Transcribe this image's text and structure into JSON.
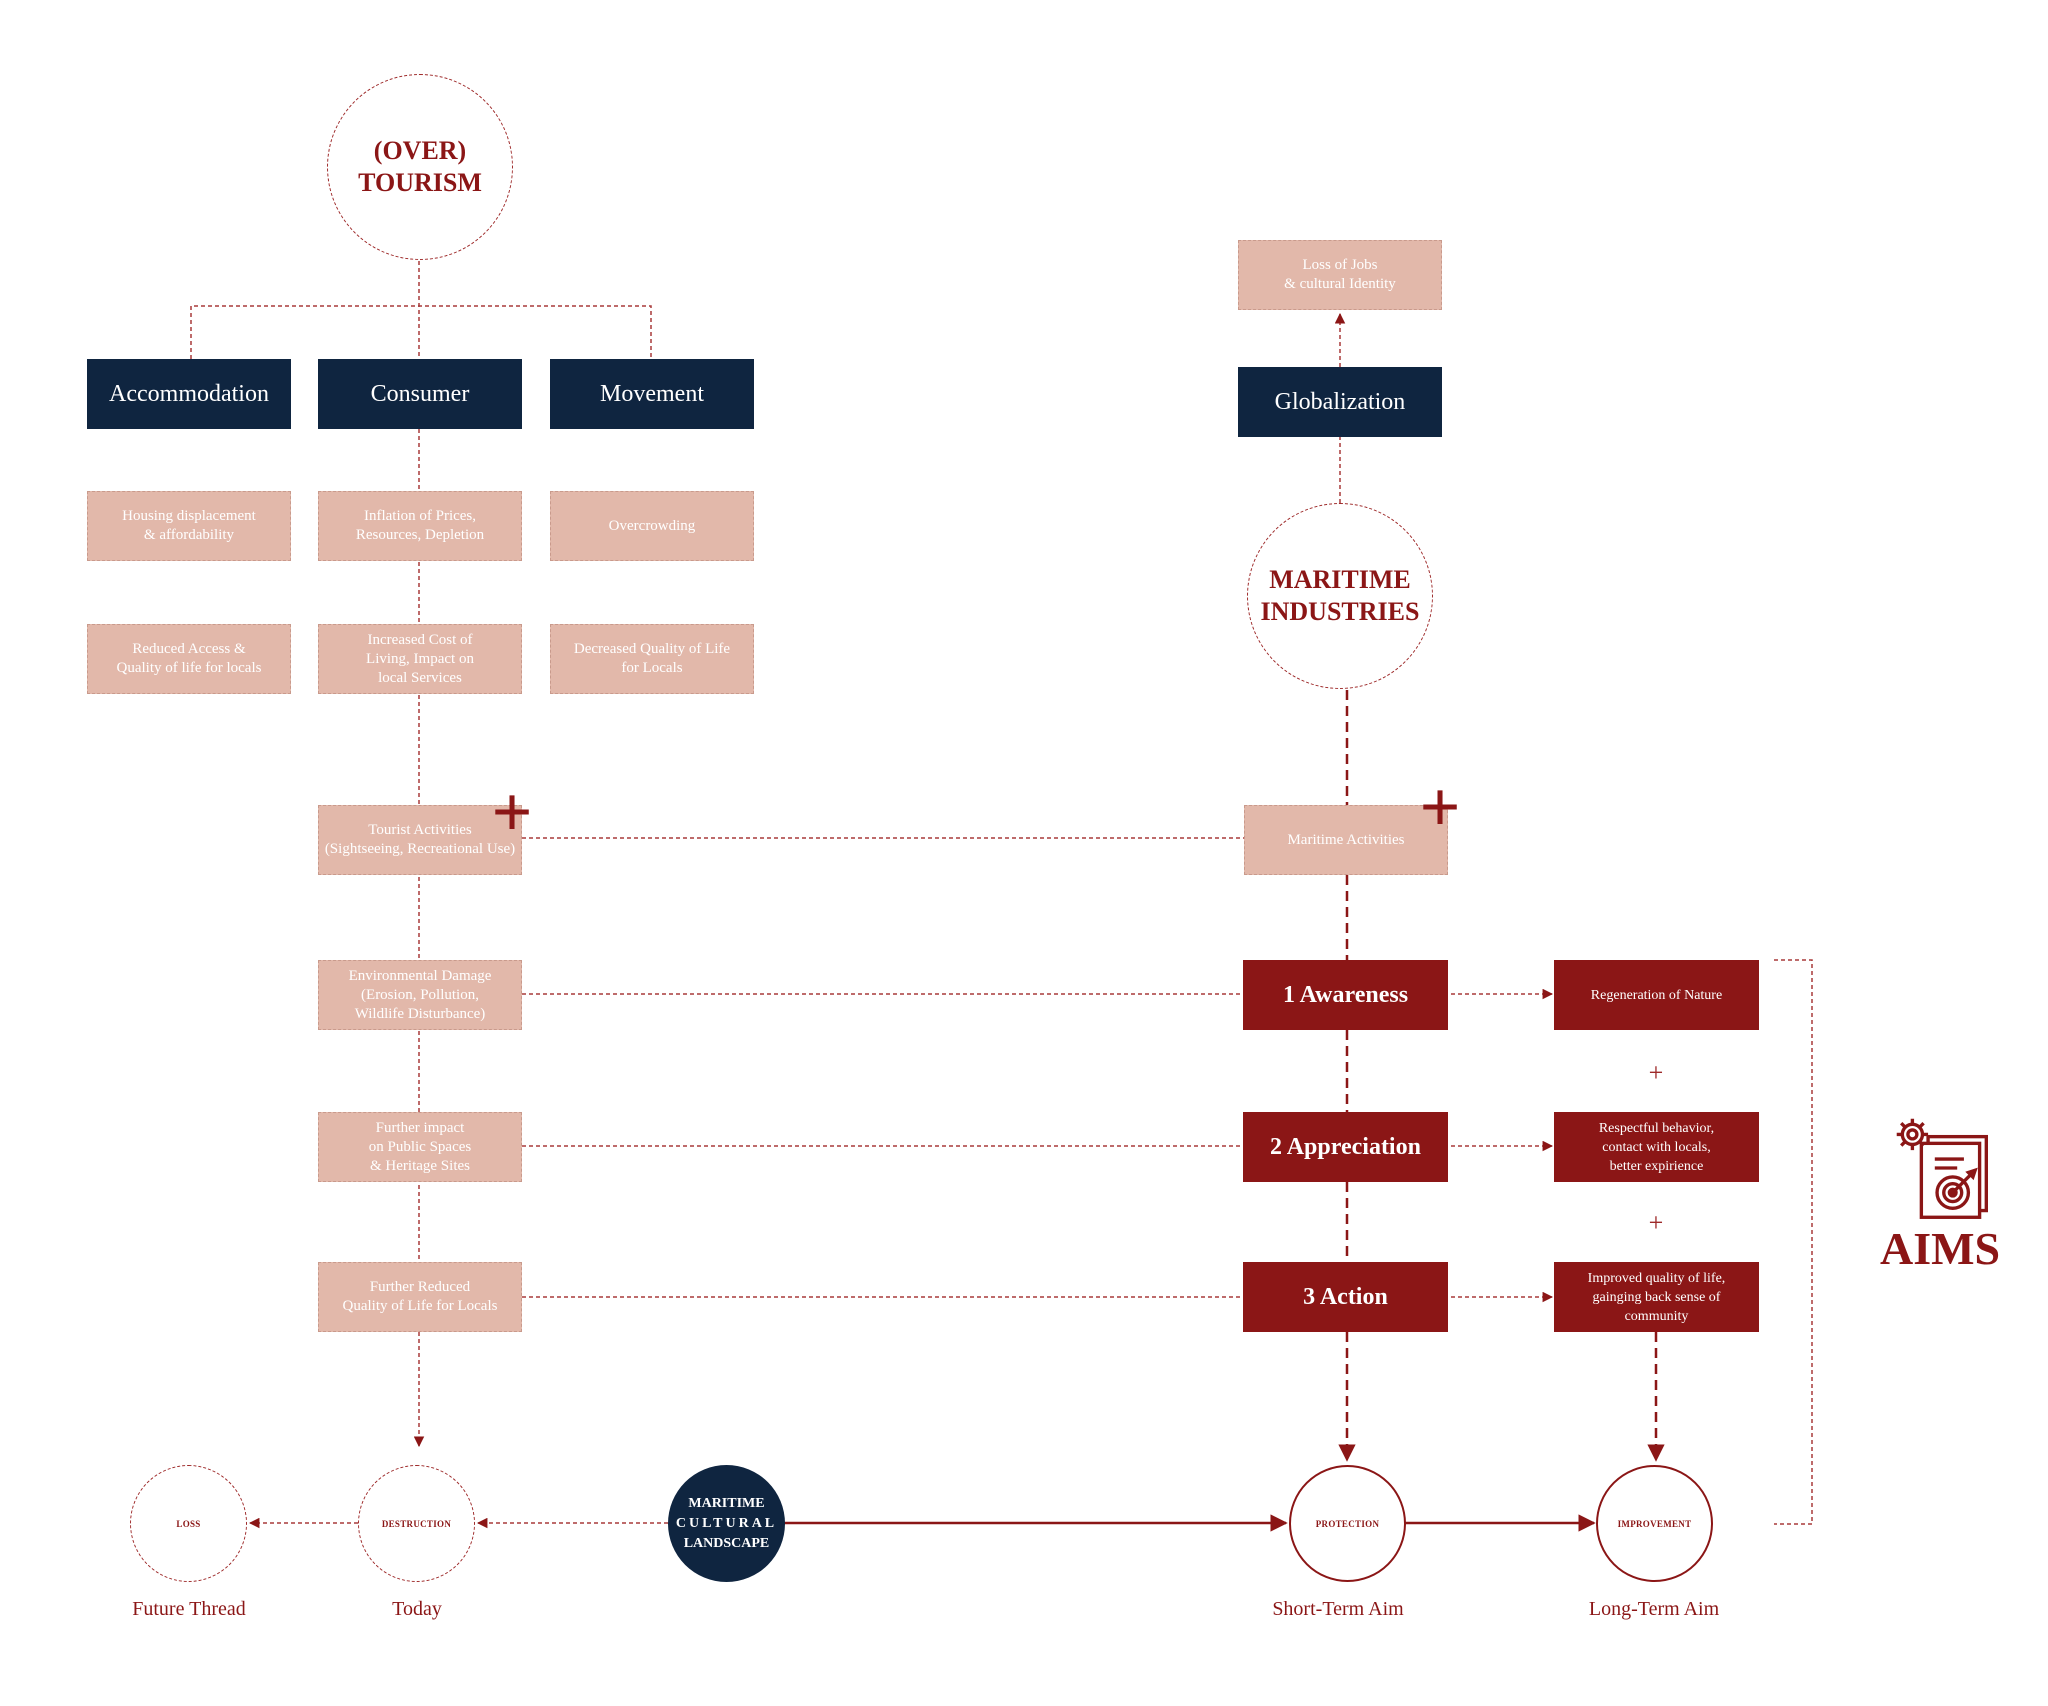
{
  "overtourism": {
    "line1": "(OVER)",
    "line2": "TOURISM"
  },
  "categories": {
    "accommodation": "Accommodation",
    "consumer": "Consumer",
    "movement": "Movement"
  },
  "impacts": {
    "housing": "Housing displacement\n& affordability",
    "inflation": "Inflation of Prices,\nResources, Depletion",
    "overcrowding": "Overcrowding",
    "reduced_access": "Reduced Access &\nQuality of life for locals",
    "cost_of_living": "Increased Cost of\nLiving, Impact on\nlocal Services",
    "decreased_quality": "Decreased Quality of Life\nfor Locals",
    "tourist_activities": "Tourist Activities\n(Sightseeing, Recreational Use)",
    "environmental_damage": "Environmental Damage\n(Erosion, Pollution,\nWildlife Disturbance)",
    "public_spaces": "Further impact\non Public Spaces\n& Heritage Sites",
    "reduced_quality": "Further Reduced\nQuality of Life for Locals"
  },
  "maritime": {
    "loss_jobs": "Loss of Jobs\n& cultural Identity",
    "globalization": "Globalization",
    "industries_line1": "MARITIME",
    "industries_line2": "INDUSTRIES",
    "activities": "Maritime Activities",
    "plus_mark": "+"
  },
  "steps": [
    {
      "label": "1 Awareness",
      "outcome": "Regeneration of Nature"
    },
    {
      "label": "2 Appreciation",
      "outcome": "Respectful behavior,\ncontact with locals,\nbetter expirience"
    },
    {
      "label": "3 Action",
      "outcome": "Improved quality of life,\ngainging back sense of\ncommunity"
    }
  ],
  "outcome_plus": "+",
  "timeline": {
    "loss": "LOSS",
    "destruction": "DESTRUCTION",
    "landscape_line1": "MARITIME",
    "landscape_line2": "CULTURAL",
    "landscape_line3": "LANDSCAPE",
    "protection": "PROTECTION",
    "improvement": "IMPROVEMENT"
  },
  "captions": {
    "future_thread": "Future Thread",
    "today": "Today",
    "short_term": "Short-Term Aim",
    "long_term": "Long-Term Aim"
  },
  "aims": {
    "title": "AIMS",
    "icon": "gear-document-target-icon"
  },
  "colors": {
    "navy": "#0f2540",
    "pink": "#e2b8aa",
    "red": "#8b1616"
  }
}
